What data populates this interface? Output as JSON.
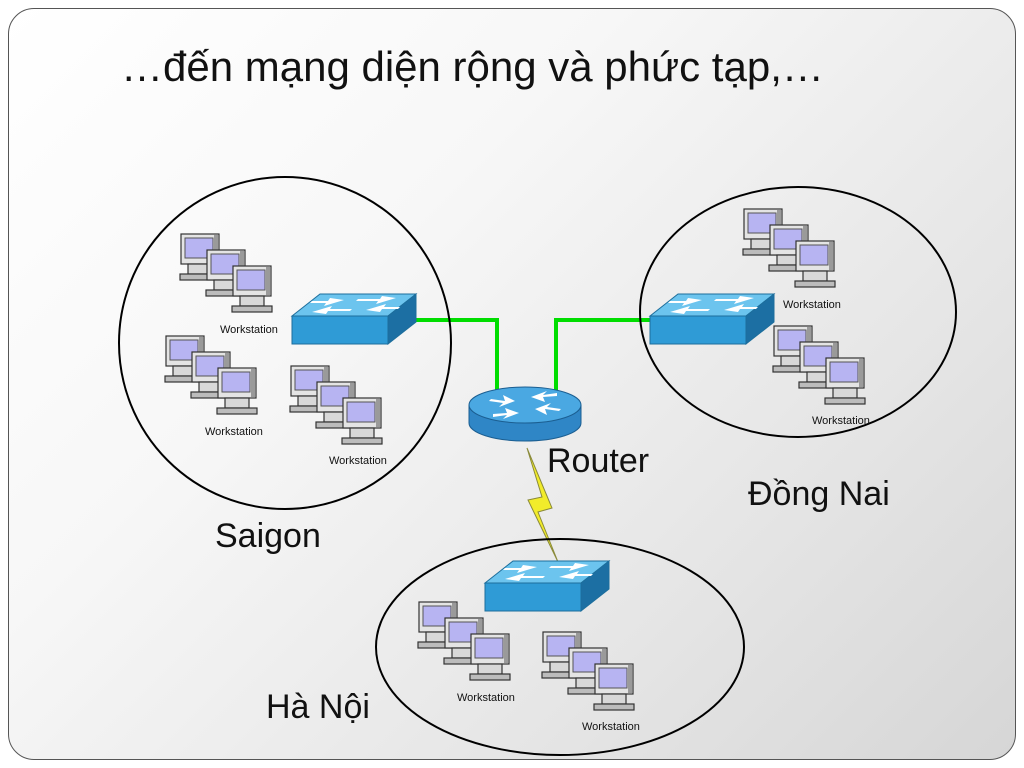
{
  "title": "…đến mạng diện rộng và phức tạp,…",
  "router_label": "Router",
  "sites": {
    "saigon": {
      "label": "Saigon"
    },
    "dongnai": {
      "label": "Đồng Nai"
    },
    "hanoi": {
      "label": "Hà Nội"
    }
  },
  "workstation_label": "Workstation",
  "colors": {
    "link": "#00dd00",
    "switch": "#2f9bd6",
    "router": "#2f9bd6",
    "wan_bolt": "#f2ec2a",
    "pc_screen": "#b7b4f2"
  },
  "icons": [
    "switch-icon",
    "router-icon",
    "workstation-icon",
    "lightning-link-icon"
  ]
}
